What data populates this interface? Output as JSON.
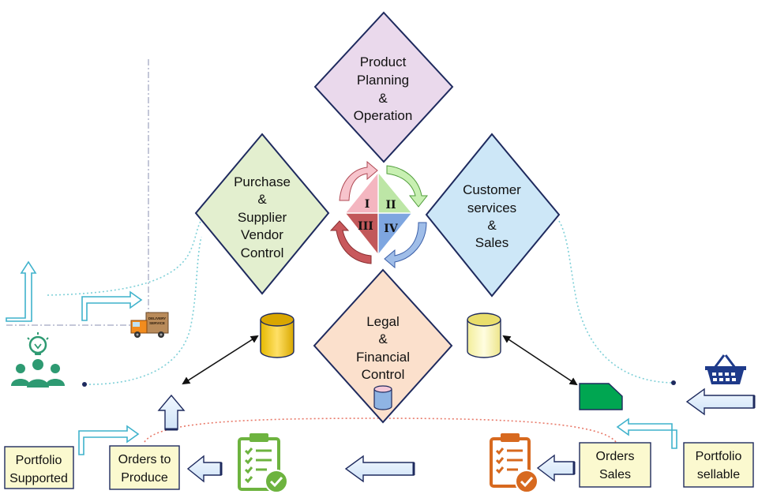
{
  "colors": {
    "purple": "#ead9ec",
    "green": "#e3efcf",
    "blue": "#cde7f7",
    "peach": "#fbe0cc",
    "navy": "#1e2a5e",
    "yellow": "#fbf9cf",
    "teal_icon": "#2e9a72",
    "clipboard_green": "#6db33f",
    "clipboard_orange": "#d7691f"
  },
  "diamonds": {
    "top": [
      "Product",
      "Planning",
      "&",
      "Operation"
    ],
    "left": [
      "Purchase",
      "&",
      "Supplier",
      "Vendor",
      "Control"
    ],
    "right": [
      "Customer",
      "services",
      "&",
      "Sales"
    ],
    "bottom": [
      "Legal",
      "&",
      "Financial",
      "Control"
    ]
  },
  "quadrants": {
    "q1": "I",
    "q2": "II",
    "q3": "III",
    "q4": "IV"
  },
  "boxes": {
    "portfolio_supported": [
      "Portfolio",
      "Supported"
    ],
    "orders_to_produce": [
      "Orders to",
      "Produce"
    ],
    "orders_sales": [
      "Orders",
      "Sales"
    ],
    "portfolio_sellable": [
      "Portfolio",
      "sellable"
    ]
  },
  "truck": {
    "line1": "DELIVERY",
    "line2": "SERVICE"
  },
  "icons": {
    "team": "team-idea-icon",
    "truck": "delivery-truck-icon",
    "basket": "shopping-basket-icon",
    "clipboard_green": "clipboard-check-icon",
    "clipboard_orange": "clipboard-check-icon",
    "database": "database-icon",
    "card": "card-icon"
  }
}
